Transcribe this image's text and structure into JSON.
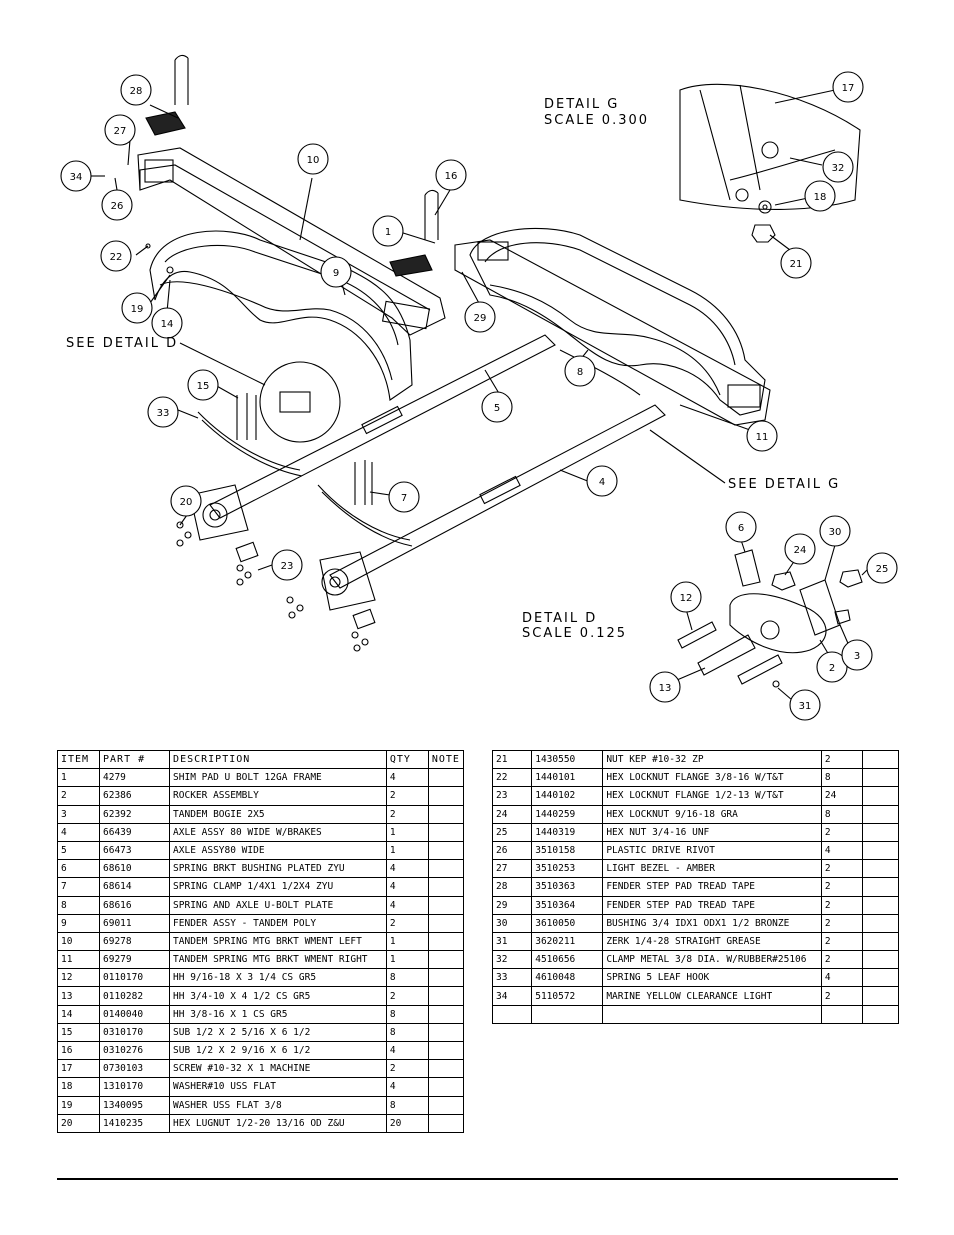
{
  "drawing": {
    "labels": {
      "detail_g": "DETAIL  G",
      "scale_g": "SCALE  0.300",
      "detail_d": "DETAIL  D",
      "scale_d": "SCALE  0.125",
      "see_detail_d": "SEE DETAIL  D",
      "see_detail_g": "SEE DETAIL  G"
    },
    "callouts": [
      "1",
      "2",
      "3",
      "4",
      "5",
      "6",
      "7",
      "8",
      "9",
      "10",
      "11",
      "12",
      "13",
      "14",
      "15",
      "16",
      "17",
      "18",
      "19",
      "20",
      "21",
      "22",
      "23",
      "24",
      "25",
      "26",
      "27",
      "28",
      "29",
      "30",
      "31",
      "32",
      "33",
      "34"
    ]
  },
  "parts_table": {
    "headers": {
      "item": "ITEM",
      "part": "PART #",
      "description": "DESCRIPTION",
      "qty": "QTY",
      "note": "NOTE"
    },
    "left_rows": [
      {
        "item": "1",
        "part": "4279",
        "description": "SHIM PAD  U BOLT 12GA FRAME",
        "qty": "4"
      },
      {
        "item": "2",
        "part": "62386",
        "description": "ROCKER ASSEMBLY",
        "qty": "2"
      },
      {
        "item": "3",
        "part": "62392",
        "description": "TANDEM BOGIE  2X5",
        "qty": "2"
      },
      {
        "item": "4",
        "part": "66439",
        "description": "AXLE ASSY 80 WIDE W/BRAKES",
        "qty": "1"
      },
      {
        "item": "5",
        "part": "66473",
        "description": "AXLE ASSY80 WIDE",
        "qty": "1"
      },
      {
        "item": "6",
        "part": "68610",
        "description": "SPRING BRKT BUSHING PLATED ZYU",
        "qty": "4"
      },
      {
        "item": "7",
        "part": "68614",
        "description": "SPRING CLAMP   1/4X1 1/2X4  ZYU",
        "qty": "4"
      },
      {
        "item": "8",
        "part": "68616",
        "description": "SPRING AND AXLE U-BOLT PLATE",
        "qty": "4"
      },
      {
        "item": "9",
        "part": "69011",
        "description": "FENDER ASSY - TANDEM POLY",
        "qty": "2"
      },
      {
        "item": "10",
        "part": "69278",
        "description": "TANDEM SPRING MTG BRKT WMENT LEFT",
        "qty": "1"
      },
      {
        "item": "11",
        "part": "69279",
        "description": "TANDEM SPRING MTG BRKT WMENT RIGHT",
        "qty": "1"
      },
      {
        "item": "12",
        "part": "0110170",
        "description": "HH 9/16-18 X 3 1/4 CS GR5",
        "qty": "8"
      },
      {
        "item": "13",
        "part": "0110282",
        "description": "HH 3/4-10 X 4 1/2 CS GR5",
        "qty": "2"
      },
      {
        "item": "14",
        "part": "0140040",
        "description": "HH 3/8-16 X 1 CS GR5",
        "qty": "8"
      },
      {
        "item": "15",
        "part": "0310170",
        "description": "SUB 1/2 X 2 5/16 X 6 1/2",
        "qty": "8"
      },
      {
        "item": "16",
        "part": "0310276",
        "description": "SUB 1/2 X 2 9/16 X 6 1/2",
        "qty": "4"
      },
      {
        "item": "17",
        "part": "0730103",
        "description": "SCREW #10-32 X 1 MACHINE",
        "qty": "2"
      },
      {
        "item": "18",
        "part": "1310170",
        "description": "WASHER#10 USS FLAT",
        "qty": "4"
      },
      {
        "item": "19",
        "part": "1340095",
        "description": "WASHER USS FLAT 3/8",
        "qty": "8"
      },
      {
        "item": "20",
        "part": "1410235",
        "description": "HEX LUGNUT 1/2-20 13/16 OD Z&U",
        "qty": "20"
      }
    ],
    "right_rows": [
      {
        "item": "21",
        "part": "1430550",
        "description": "NUT KEP #10-32 ZP",
        "qty": "2"
      },
      {
        "item": "22",
        "part": "1440101",
        "description": "HEX LOCKNUT FLANGE 3/8-16 W/T&T",
        "qty": "8"
      },
      {
        "item": "23",
        "part": "1440102",
        "description": "HEX LOCKNUT FLANGE 1/2-13 W/T&T",
        "qty": "24"
      },
      {
        "item": "24",
        "part": "1440259",
        "description": "HEX LOCKNUT 9/16-18 GRA",
        "qty": "8"
      },
      {
        "item": "25",
        "part": "1440319",
        "description": "HEX NUT 3/4-16 UNF",
        "qty": "2"
      },
      {
        "item": "26",
        "part": "3510158",
        "description": "PLASTIC DRIVE RIVOT",
        "qty": "4"
      },
      {
        "item": "27",
        "part": "3510253",
        "description": "LIGHT BEZEL - AMBER",
        "qty": "2"
      },
      {
        "item": "28",
        "part": "3510363",
        "description": "FENDER STEP PAD TREAD TAPE",
        "qty": "2"
      },
      {
        "item": "29",
        "part": "3510364",
        "description": "FENDER STEP PAD TREAD TAPE",
        "qty": "2"
      },
      {
        "item": "30",
        "part": "3610050",
        "description": "BUSHING  3/4 IDX1 ODX1 1/2 BRONZE",
        "qty": "2"
      },
      {
        "item": "31",
        "part": "3620211",
        "description": "ZERK  1/4-28 STRAIGHT GREASE",
        "qty": "2"
      },
      {
        "item": "32",
        "part": "4510656",
        "description": "CLAMP METAL 3/8 DIA. W/RUBBER#25106",
        "qty": "2"
      },
      {
        "item": "33",
        "part": "4610048",
        "description": "SPRING  5 LEAF HOOK",
        "qty": "4"
      },
      {
        "item": "34",
        "part": "5110572",
        "description": "MARINE YELLOW CLEARANCE LIGHT",
        "qty": "2"
      },
      {
        "item": "",
        "part": "",
        "description": "",
        "qty": ""
      }
    ]
  }
}
